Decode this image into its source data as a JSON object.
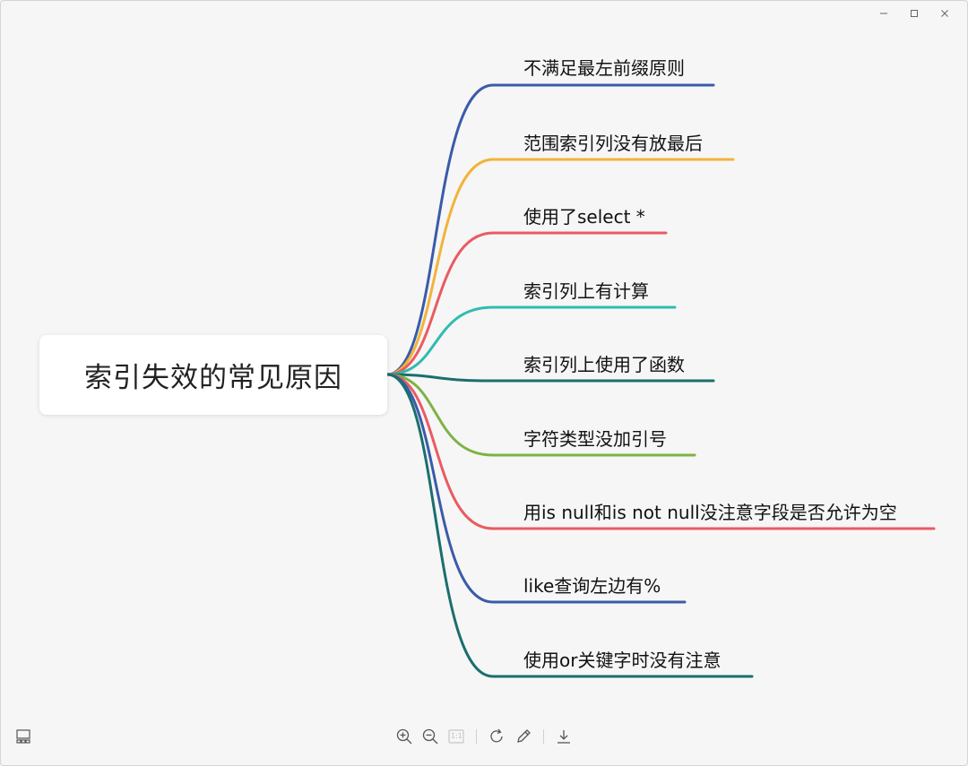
{
  "mindmap": {
    "root": "索引失效的常见原因",
    "branches": [
      {
        "label": "不满足最左前缀原则",
        "color": "#3b5ba9"
      },
      {
        "label": "范围索引列没有放最后",
        "color": "#f0b43a"
      },
      {
        "label": "使用了select *",
        "color": "#e95b62"
      },
      {
        "label": "索引列上有计算",
        "color": "#2fbcb0"
      },
      {
        "label": "索引列上使用了函数",
        "color": "#1c6e6e"
      },
      {
        "label": "字符类型没加引号",
        "color": "#7db343"
      },
      {
        "label": "用is null和is not null没注意字段是否允许为空",
        "color": "#e95b62"
      },
      {
        "label": "like查询左边有%",
        "color": "#3b5ba9"
      },
      {
        "label": "使用or关键字时没有注意",
        "color": "#1c6e6e"
      }
    ]
  },
  "window": {
    "controls": [
      "minimize-icon",
      "maximize-icon",
      "close-icon"
    ]
  },
  "toolbar": {
    "left": [
      "thumbnail-icon"
    ],
    "center": [
      "zoom-in-icon",
      "zoom-out-icon",
      "actual-size-icon",
      "rotate-icon",
      "edit-icon",
      "download-icon"
    ],
    "actual_size_label": "1:1"
  }
}
